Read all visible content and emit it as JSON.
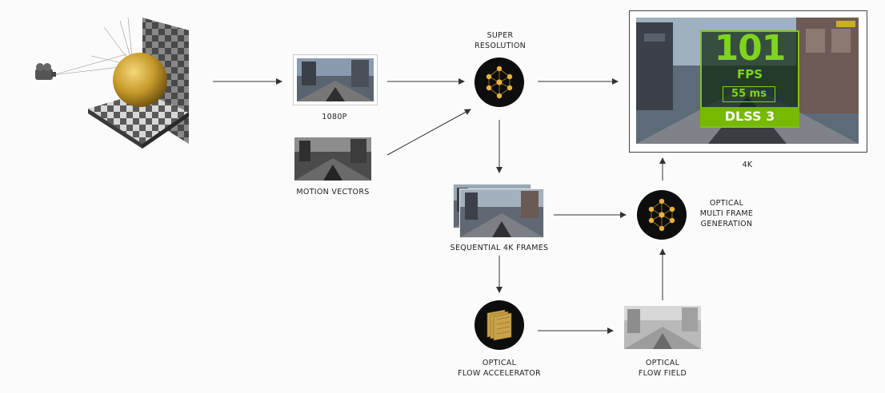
{
  "labels": {
    "super_resolution_l1": "SUPER",
    "super_resolution_l2": "RESOLUTION",
    "res_1080p": "1080P",
    "motion_vectors": "MOTION VECTORS",
    "sequential_frames": "SEQUENTIAL 4K FRAMES",
    "optical_multi_frame_l1": "OPTICAL",
    "optical_multi_frame_l2": "MULTI FRAME",
    "optical_multi_frame_l3": "GENERATION",
    "optical_flow_accel_l1": "OPTICAL",
    "optical_flow_accel_l2": "FLOW ACCELERATOR",
    "optical_flow_field_l1": "OPTICAL",
    "optical_flow_field_l2": "FLOW FIELD",
    "output_4k": "4K"
  },
  "hud": {
    "fps_value": "101",
    "fps_unit": "FPS",
    "latency": "55 ms",
    "badge": "DLSS 3"
  },
  "colors": {
    "accent_green": "#76b900",
    "gold": "#e8b23a",
    "node_bg": "#0d0d0d",
    "arrow": "#333333"
  }
}
